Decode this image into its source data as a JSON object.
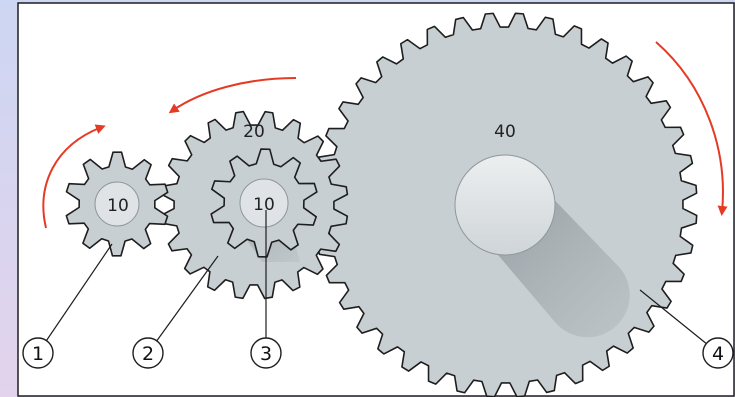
{
  "colors": {
    "background": "#cdd6f2",
    "panel": "#ffffff",
    "gear_fill": "#c8cfd2",
    "gear_stroke": "#1e1e1e",
    "hub": "#dfe3e5",
    "arrow": "#e53a24"
  },
  "gears": [
    {
      "id": "gear-1",
      "teeth": 10,
      "label": "10"
    },
    {
      "id": "gear-2",
      "teeth": 20,
      "label": "20"
    },
    {
      "id": "gear-3",
      "teeth": 10,
      "label": "10"
    },
    {
      "id": "gear-4",
      "teeth": 40,
      "label": "40"
    }
  ],
  "callouts": [
    "1",
    "2",
    "3",
    "4"
  ],
  "rotation_arrows": [
    "gear-1",
    "gear-2",
    "gear-4"
  ]
}
